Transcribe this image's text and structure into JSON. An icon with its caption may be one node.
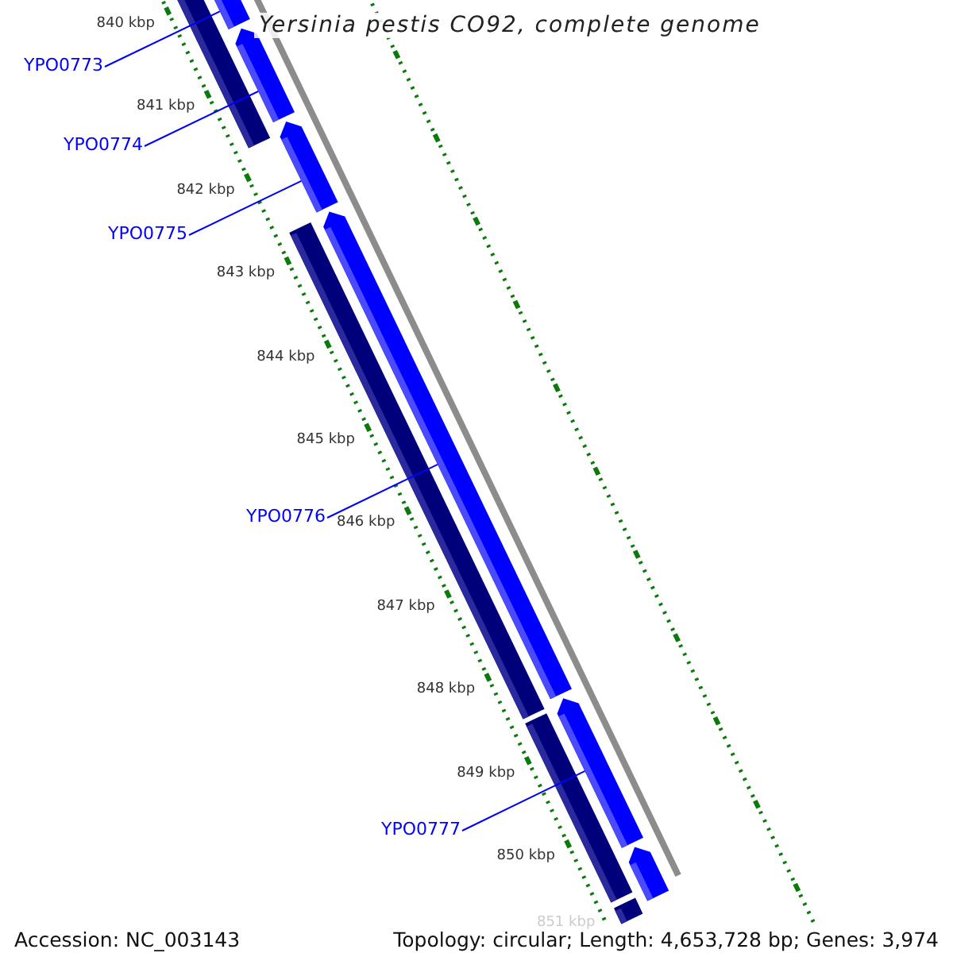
{
  "diagram": {
    "title": "Yersinia pestis CO92, complete genome",
    "nodes": [
      {
        "text": [
          "YPO0773"
        ]
      },
      {
        "text": [
          "YPO0774"
        ]
      },
      {
        "text": [
          "YPO0775"
        ]
      },
      {
        "text": [
          "YPO0776"
        ]
      },
      {
        "text": [
          "YPO0777"
        ]
      },
      {
        "text": [],
        "shape": "bar"
      },
      {
        "text": [],
        "shape": "bar"
      },
      {
        "text": [],
        "shape": "bar"
      },
      {
        "text": [],
        "shape": "bar"
      },
      {
        "text": [],
        "shape": "bar"
      },
      {
        "text": [],
        "shape": "bar"
      },
      {
        "text": [],
        "shape": "bar"
      },
      {
        "text": [],
        "shape": "bar"
      },
      {
        "text": [],
        "shape": "bar"
      },
      {
        "text": [],
        "shape": "bar"
      }
    ],
    "edges": [
      {
        "from": 0,
        "to": 9,
        "arrow": "none"
      },
      {
        "from": 1,
        "to": 10,
        "arrow": "none"
      },
      {
        "from": 2,
        "to": 11,
        "arrow": "none"
      },
      {
        "from": 3,
        "to": 12,
        "arrow": "none"
      },
      {
        "from": 4,
        "to": 13,
        "arrow": "none"
      }
    ],
    "labels": [
      "840 kbp",
      "841 kbp",
      "842 kbp",
      "843 kbp",
      "844 kbp",
      "845 kbp",
      "846 kbp",
      "847 kbp",
      "848 kbp",
      "849 kbp",
      "850 kbp",
      "851 kbp",
      "Accession: NC_003143",
      "Topology: circular; Length: 4,653,728 bp; Genes: 3,974"
    ]
  }
}
